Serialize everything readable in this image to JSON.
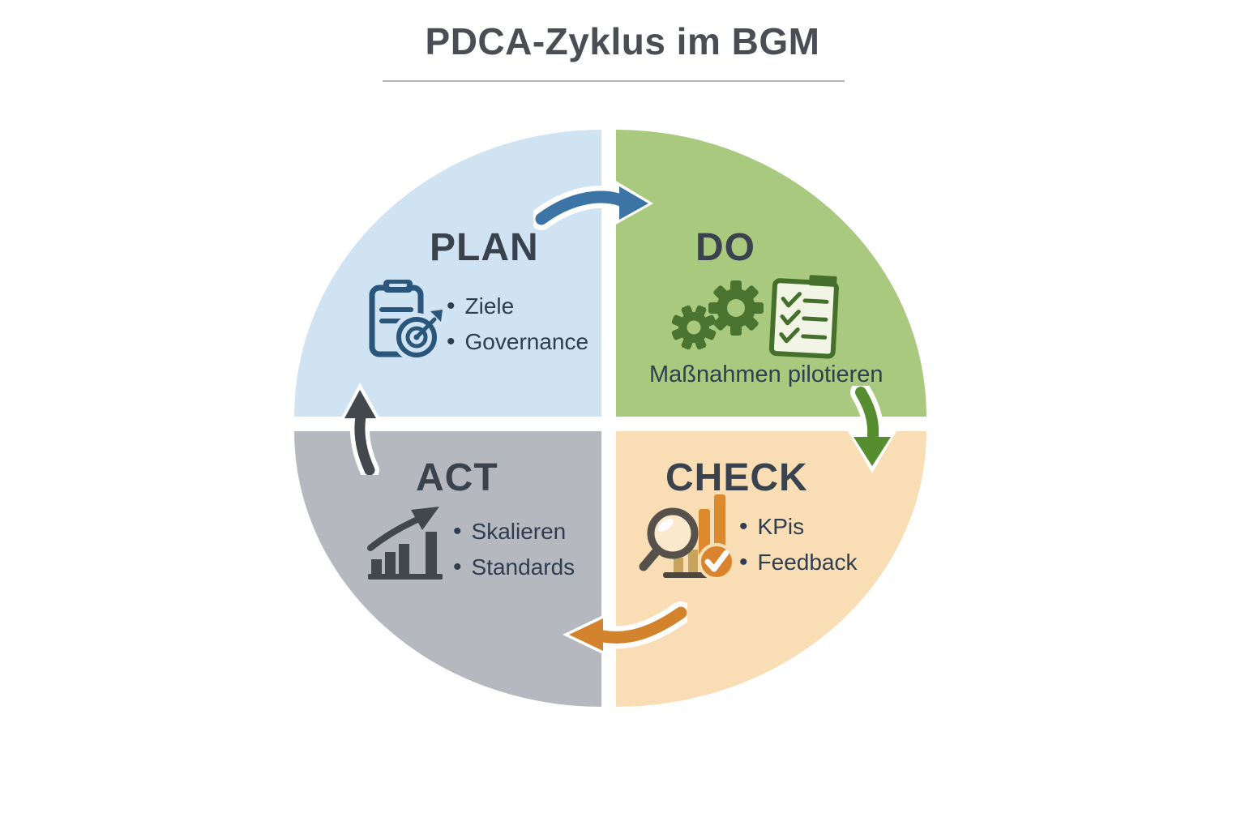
{
  "title": "PDCA-Zyklus im BGM",
  "bullet_char": "•",
  "quadrants": {
    "plan": {
      "label": "PLAN",
      "bullets": [
        "Ziele",
        "Governance"
      ],
      "bg_color": "#d0e3f2",
      "icon": "clipboard-target-icon",
      "icon_color": "#2b567c"
    },
    "do": {
      "label": "DO",
      "caption": "Maßnahmen pilotieren",
      "bg_color": "#a8c97e",
      "icons": [
        "gears-icon",
        "checklist-icon"
      ],
      "icon_color": "#4a7430"
    },
    "check": {
      "label": "CHECK",
      "bullets": [
        "KPis",
        "Feedback"
      ],
      "bg_color": "#f9deb5",
      "icon": "magnifier-chart-check-icon",
      "icon_colors": {
        "magnifier": "#57514b",
        "bars_orange": "#dd8a2f",
        "bars_tan": "#c9a45e",
        "badge": "#d9832c",
        "base": "#4e463a"
      }
    },
    "act": {
      "label": "ACT",
      "bullets": [
        "Skalieren",
        "Standards"
      ],
      "bg_color": "#b5b8bf",
      "icon": "growth-chart-arrow-icon",
      "icon_color": "#42474e"
    }
  },
  "arrows": [
    {
      "name": "arrow-plan-to-do",
      "direction": "right",
      "color": "#3c74a6"
    },
    {
      "name": "arrow-do-to-check",
      "direction": "down",
      "color": "#568e2f"
    },
    {
      "name": "arrow-check-to-act",
      "direction": "left",
      "color": "#d2832b"
    },
    {
      "name": "arrow-act-to-plan",
      "direction": "up",
      "color": "#43474e"
    }
  ],
  "text_colors": {
    "title": "#4a4e54",
    "heading": "#3a424e",
    "body": "#2e3d50"
  }
}
